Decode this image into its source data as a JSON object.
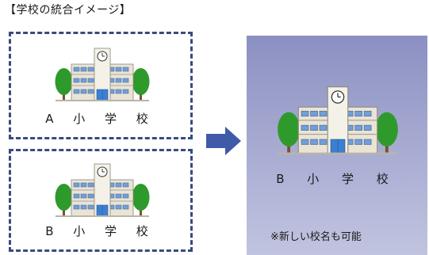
{
  "heading": "【学校の統合イメージ】",
  "schools": [
    {
      "name": "A 小 学 校"
    },
    {
      "name": "B 小 学 校"
    }
  ],
  "result": {
    "name": "B 小 学 校",
    "note": "※新しい校名も可能"
  },
  "colors": {
    "dashed_border": "#3a4a7d",
    "arrow": "#3f5aa8",
    "panel_top": "#8b90c2",
    "panel_bottom": "#c1c4df",
    "tree": "#2f9a2c",
    "building_wall": "#e9e4d6",
    "window": "#6f9fd8",
    "door": "#3b7fd0"
  },
  "icons": [
    "school-building-icon",
    "tree-icon",
    "clock-icon",
    "right-arrow-icon"
  ]
}
